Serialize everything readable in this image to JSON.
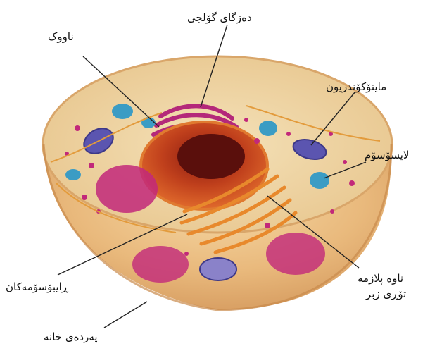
{
  "labels": {
    "golgi": "دەزگای گۆلجی",
    "nucleus": "ناووک",
    "mitochondrion": "مایتۆکۆندریون",
    "lysosome": "لایسۆسۆم",
    "ribosomes": "ڕایبۆسۆمەکان",
    "rough_er_line1": "ناوە پلازمە",
    "rough_er_line2": "تۆڕی زبر",
    "cell_membrane": "پەردەی خانە"
  }
}
